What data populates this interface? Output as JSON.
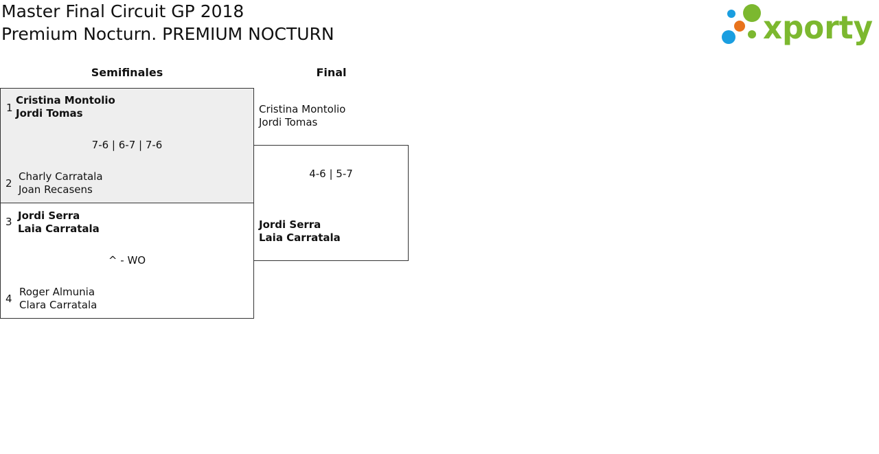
{
  "header": {
    "title_line1": "Master Final Circuit GP 2018",
    "title_line2": "Premium Nocturn. PREMIUM NOCTURN"
  },
  "logo": {
    "text": "xporty",
    "colors": {
      "green": "#7cb82f",
      "blue": "#1a9ee0",
      "orange": "#e8731c"
    }
  },
  "rounds": {
    "semifinal_label": "Semifinales",
    "final_label": "Final"
  },
  "semifinal1": {
    "team1": {
      "seed": "1",
      "player1": "Cristina Montolio",
      "player2": "Jordi Tomas"
    },
    "score": "7-6 | 6-7 | 7-6",
    "team2": {
      "seed": "2",
      "player1": "Charly Carratala",
      "player2": "Joan Recasens"
    }
  },
  "semifinal2": {
    "team1": {
      "seed": "3",
      "player1": "Jordi Serra",
      "player2": "Laia Carratala"
    },
    "score": "^ - WO",
    "team2": {
      "seed": "4",
      "player1": "Roger Almunia",
      "player2": "Clara Carratala"
    }
  },
  "final": {
    "team1": {
      "player1": "Cristina Montolio",
      "player2": "Jordi Tomas"
    },
    "score": "4-6 | 5-7",
    "team2": {
      "player1": "Jordi Serra",
      "player2": "Laia Carratala"
    }
  }
}
